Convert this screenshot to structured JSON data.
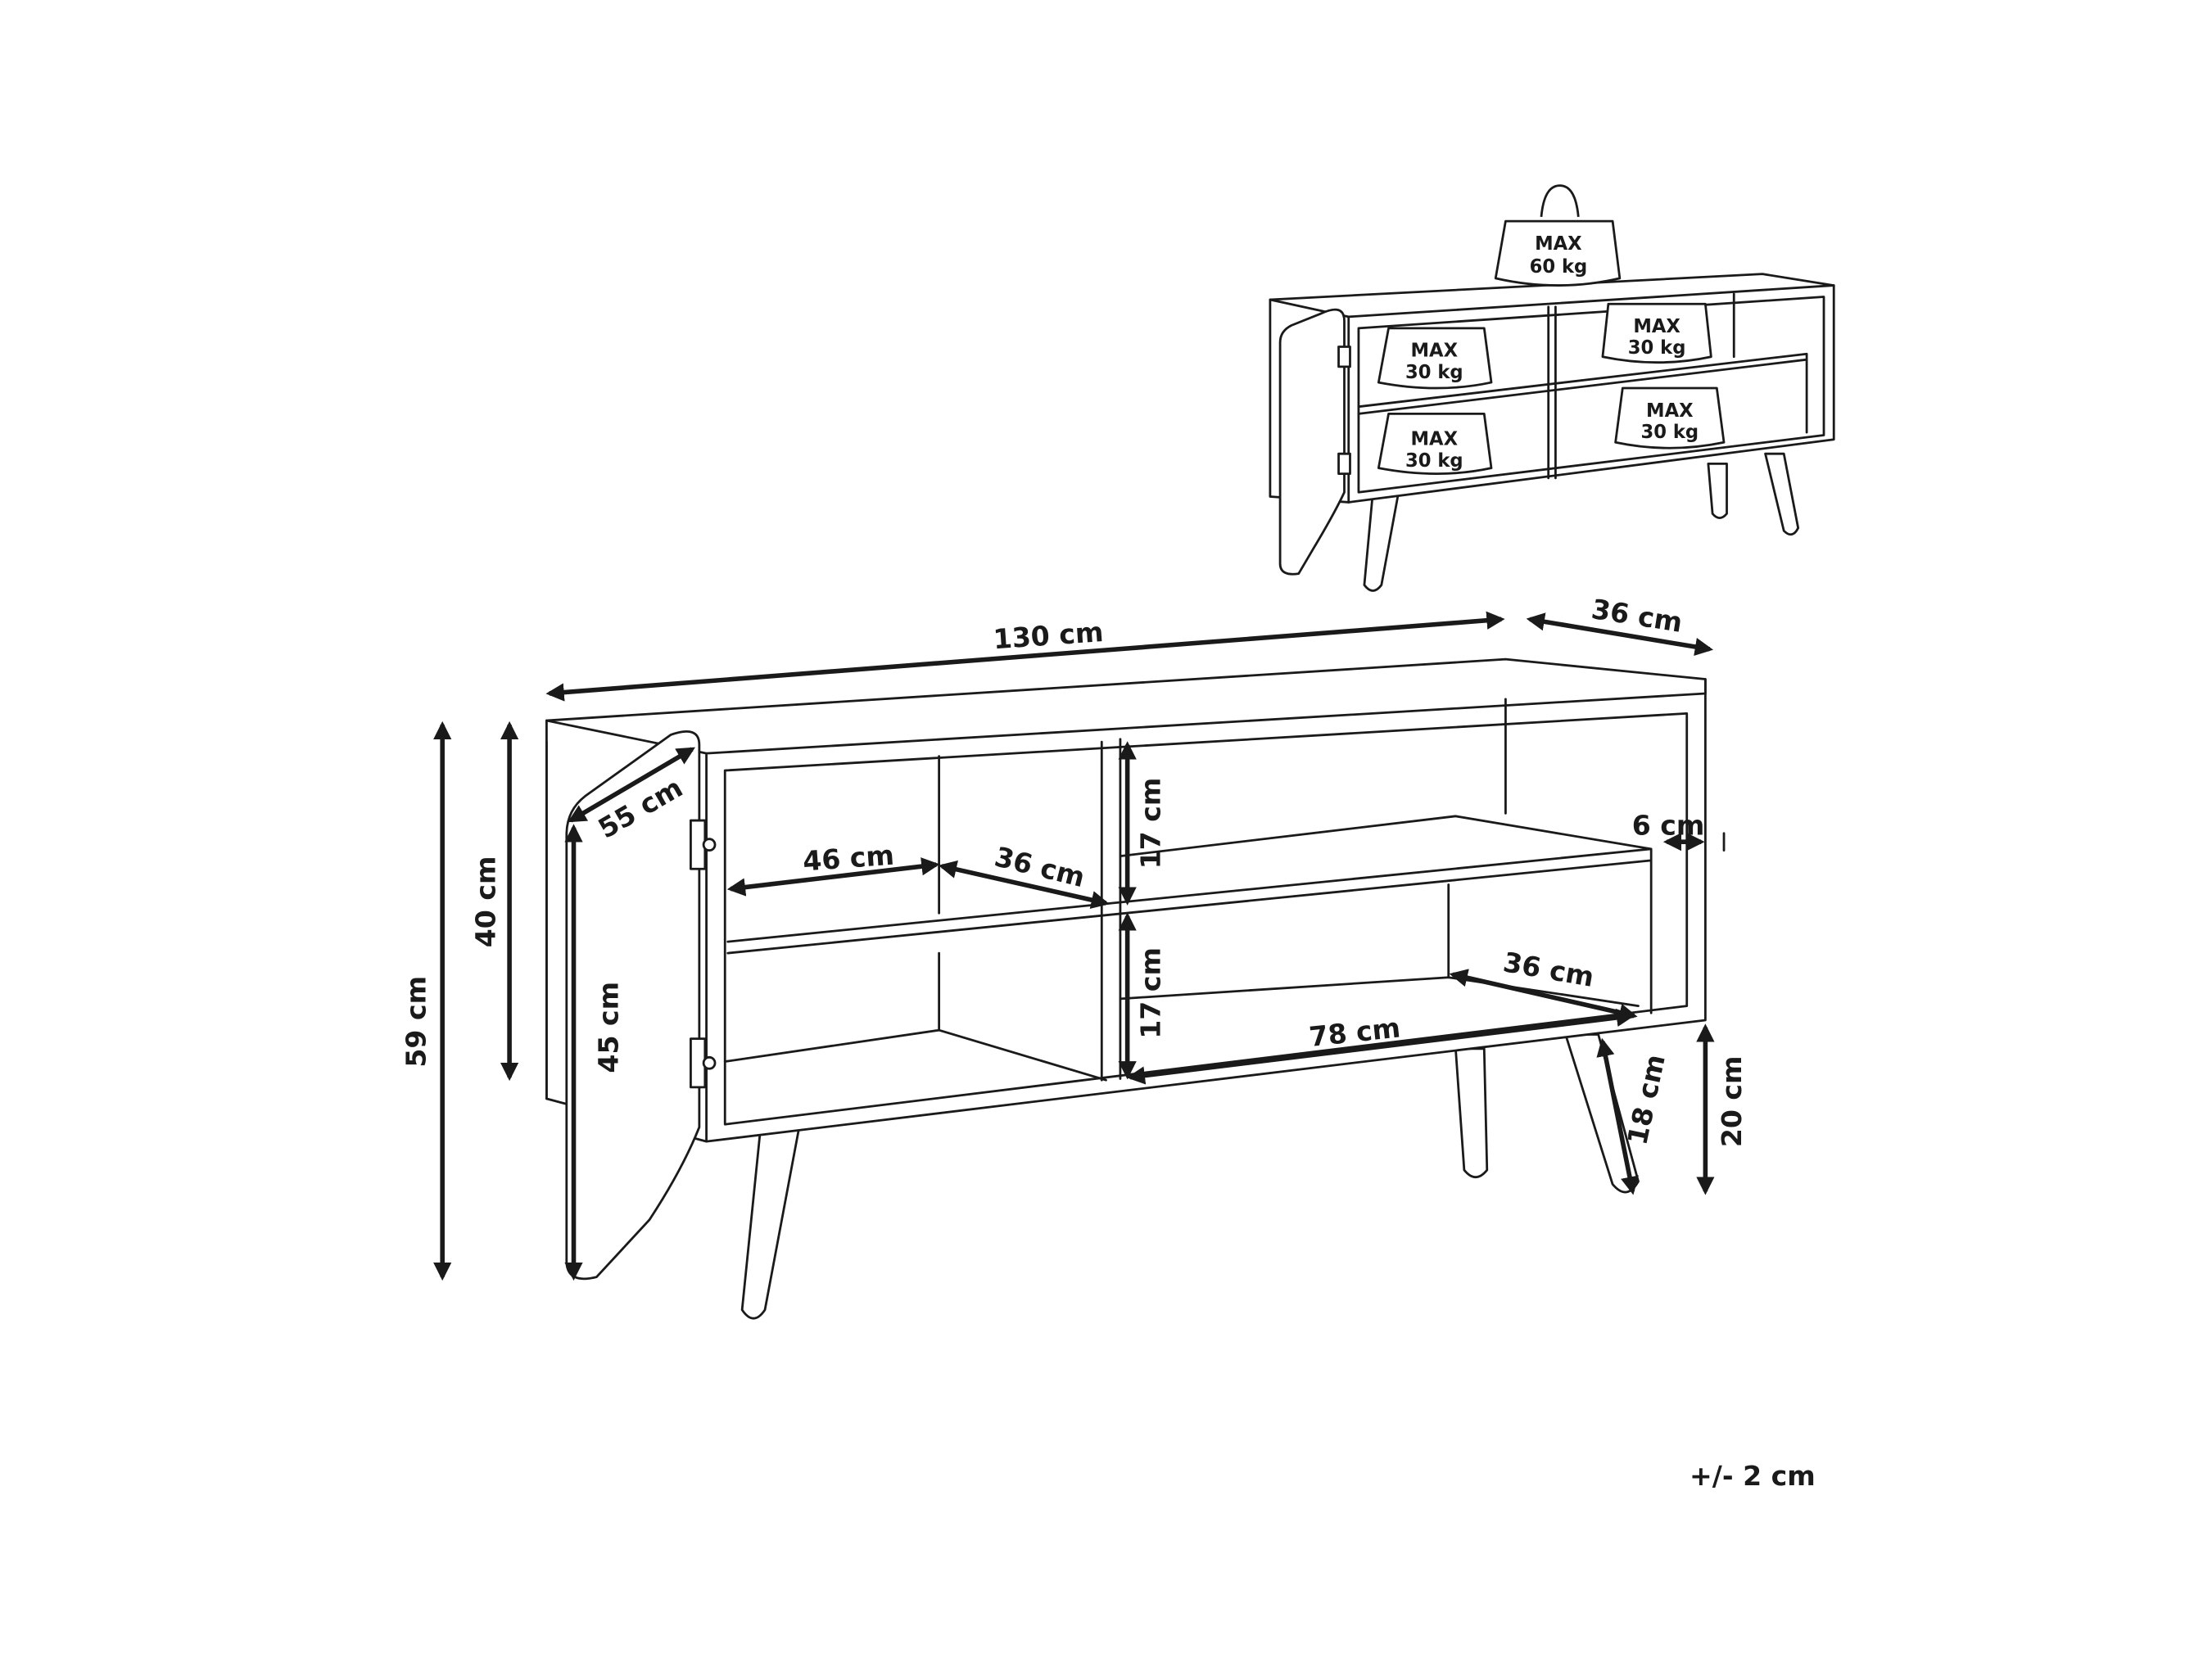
{
  "load_inset": {
    "top_weight": {
      "line1": "MAX",
      "line2": "60 kg"
    },
    "shelf_weights": [
      {
        "line1": "MAX",
        "line2": "30 kg"
      },
      {
        "line1": "MAX",
        "line2": "30 kg"
      },
      {
        "line1": "MAX",
        "line2": "30 kg"
      },
      {
        "line1": "MAX",
        "line2": "30 kg"
      }
    ]
  },
  "dimensions": {
    "width": "130 cm",
    "depth": "36 cm",
    "total_height": "59 cm",
    "body_height": "40 cm",
    "door_height": "45 cm",
    "door_width": "55 cm",
    "left_shelf_width": "46 cm",
    "left_shelf_depth": "36 cm",
    "upper_compartment_height": "17 cm",
    "lower_compartment_height": "17 cm",
    "back_gap": "6 cm",
    "right_shelf_depth": "36 cm",
    "right_compartment_width": "78 cm",
    "leg_length": "18 cm",
    "leg_height": "20 cm"
  },
  "tolerance": "+/- 2 cm"
}
